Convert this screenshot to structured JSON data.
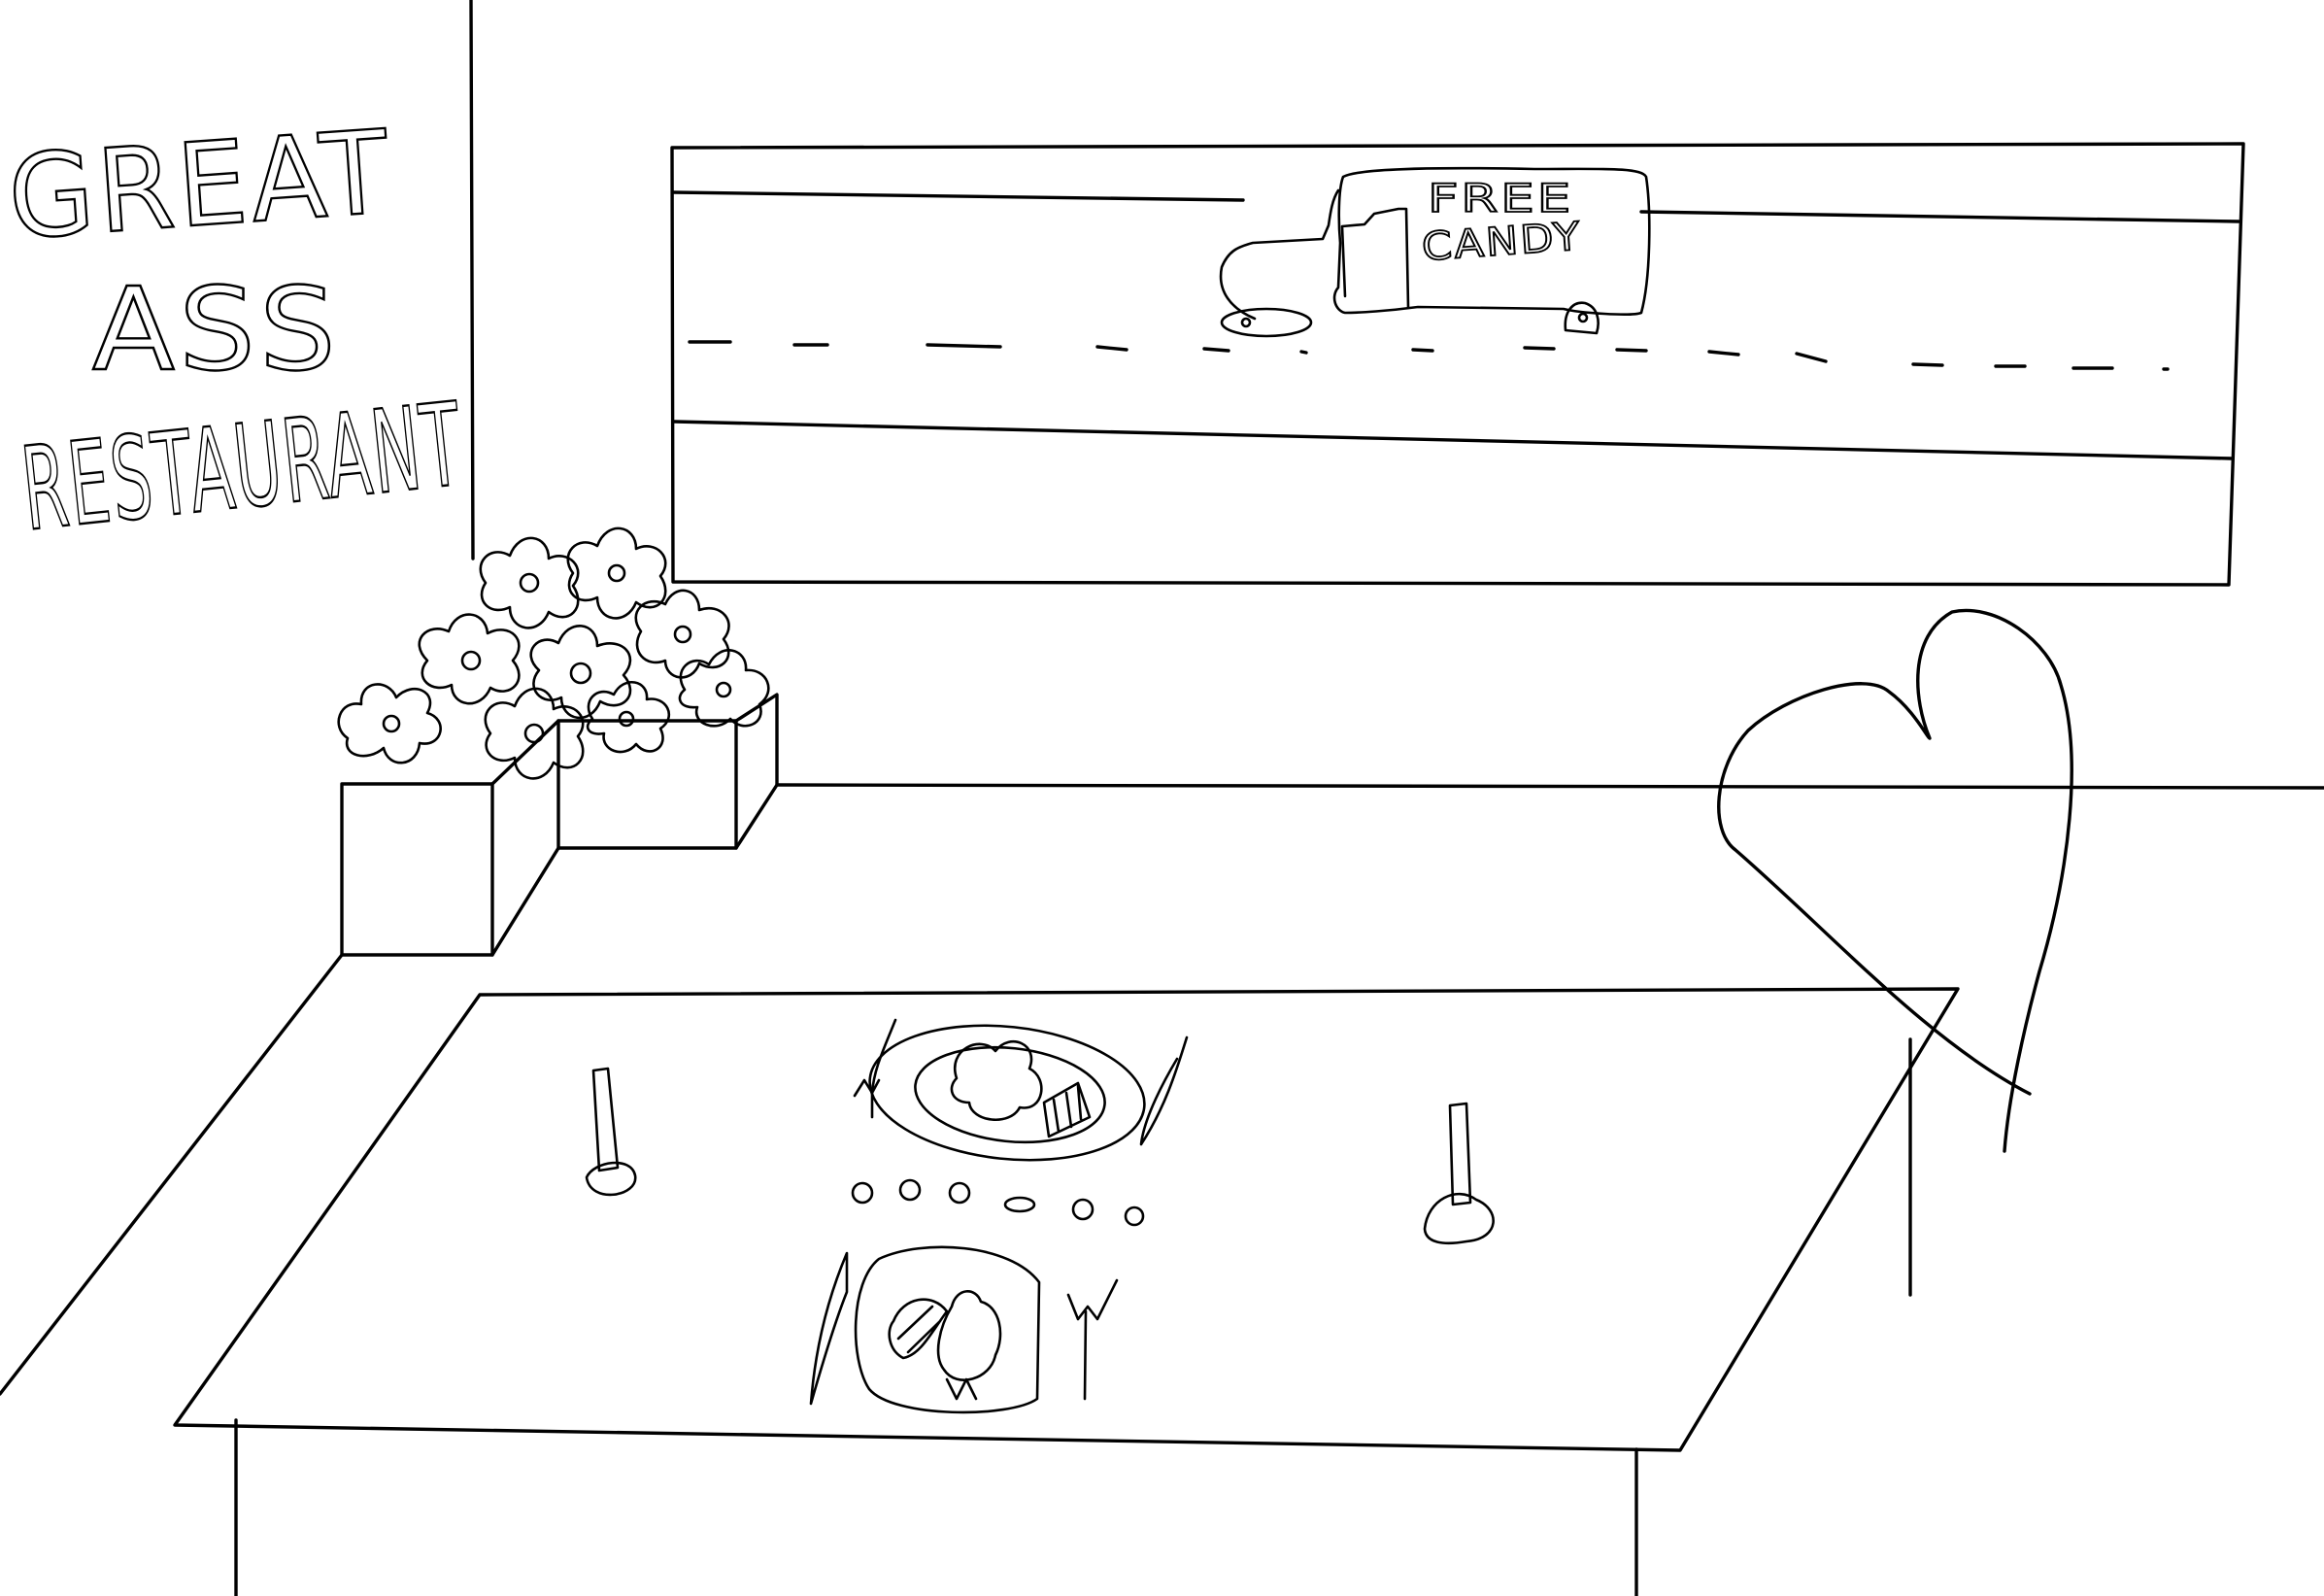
{
  "sign": {
    "line1": "GREAT",
    "line2": "ASS",
    "line3": "RESTAURANT"
  },
  "window_scene": {
    "truck": {
      "line1": "FREE",
      "line2": "CANDY"
    }
  },
  "colors": {
    "ink": "#000000",
    "paper": "#ffffff"
  }
}
